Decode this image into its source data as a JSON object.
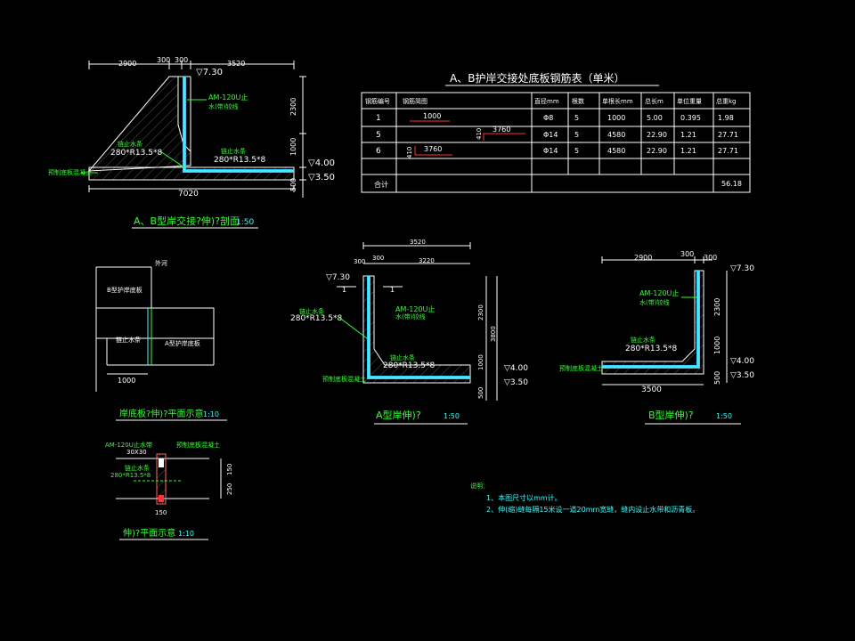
{
  "section_ab": {
    "dims_top": [
      "2900",
      "300",
      "300",
      "3520"
    ],
    "dim_bottom": "7020",
    "dims_right": [
      "2300",
      "1000",
      "500"
    ],
    "elev_top": "▽7.30",
    "elev_mid": "▽4.00",
    "elev_low": "▽3.50",
    "label_seal": "AM-120U止",
    "label_seal2": "水(带)铰线",
    "label_stop": "链止水条",
    "label_stop_spec": "280*R13.5*8",
    "label_stop2": "链止水条",
    "label_stop2_spec": "280*R13.5*8",
    "label_base": "预制底板混凝土",
    "title": "A、B型岸交接?伸)?剖面",
    "scale": "1:50"
  },
  "table": {
    "title": "A、B护岸交接处底板钢筋表（单米）",
    "headers": [
      "钢筋编号",
      "钢筋简图",
      "直径mm",
      "根数",
      "单根长mm",
      "总长m",
      "单位重量",
      "总重kg"
    ],
    "rows": [
      {
        "no": "1",
        "shape1": "1000",
        "shape2": "",
        "dia": "Φ8",
        "n": "5",
        "len": "1000",
        "total": "5.00",
        "unit": "0.395",
        "weight": "1.98"
      },
      {
        "no": "5",
        "shape1": "3760",
        "shape2": "410",
        "dia": "Φ14",
        "n": "5",
        "len": "4580",
        "total": "22.90",
        "unit": "1.21",
        "weight": "27.71"
      },
      {
        "no": "6",
        "shape1": "3760",
        "shape2": "410",
        "dia": "Φ14",
        "n": "5",
        "len": "4580",
        "total": "22.90",
        "unit": "1.21",
        "weight": "27.71"
      }
    ],
    "total_label": "合计",
    "total_value": "56.18"
  },
  "plan_bottom": {
    "label_top": "外河",
    "label_b": "B型护岸底板",
    "label_a": "A型护岸底板",
    "label_stop": "链止水条",
    "dim": "1000",
    "title": "岸底板?伸)?平面示意",
    "scale": "1:10"
  },
  "section_a": {
    "dim_total": "3520",
    "dims_top": [
      "300",
      "300",
      "3220"
    ],
    "dims_right": [
      "2300",
      "3800",
      "1000",
      "500"
    ],
    "elev_top": "▽7.30",
    "elev_mid": "▽4.00",
    "elev_low": "▽3.50",
    "label_stop": "链止水条",
    "label_stop_spec": "280*R13.5*8",
    "label_seal": "AM-120U止",
    "label_seal2": "水(带)铰线",
    "label_stop2": "链止水条",
    "label_stop2_spec": "280*R13.5*8",
    "label_base": "预制底板混凝土",
    "mark1": "1",
    "mark2": "1",
    "title": "A型岸伸)?",
    "scale": "1:50"
  },
  "section_b": {
    "dims_top": [
      "2900",
      "300",
      "300"
    ],
    "dim_bottom": "3500",
    "dims_right": [
      "2300",
      "1000",
      "500"
    ],
    "elev_top": "▽7.30",
    "elev_mid": "▽4.00",
    "elev_low": "▽3.50",
    "label_seal": "AM-120U止",
    "label_seal2": "水(带)铰线",
    "label_stop": "链止水条",
    "label_stop_spec": "280*R13.5*8",
    "label_base": "预制底板混凝土",
    "title": "B型岸伸)?",
    "scale": "1:50"
  },
  "plan_joint": {
    "label_seal": "AM-120U止水带",
    "label_size": "30X30",
    "label_base": "预制底板混凝土",
    "label_stop": "链止水条",
    "label_stop_spec": "280*R13.5*8",
    "dims_right": [
      "150",
      "250"
    ],
    "dim_bottom": "150",
    "title": "伸)?平面示意",
    "scale": "1:10"
  },
  "notes": {
    "heading": "说明：",
    "line1": "1、本图尺寸以mm计。",
    "line2": "2、伸(缩)缝每隔15米设一道20mm宽缝，缝内设止水带和沥青板。"
  }
}
